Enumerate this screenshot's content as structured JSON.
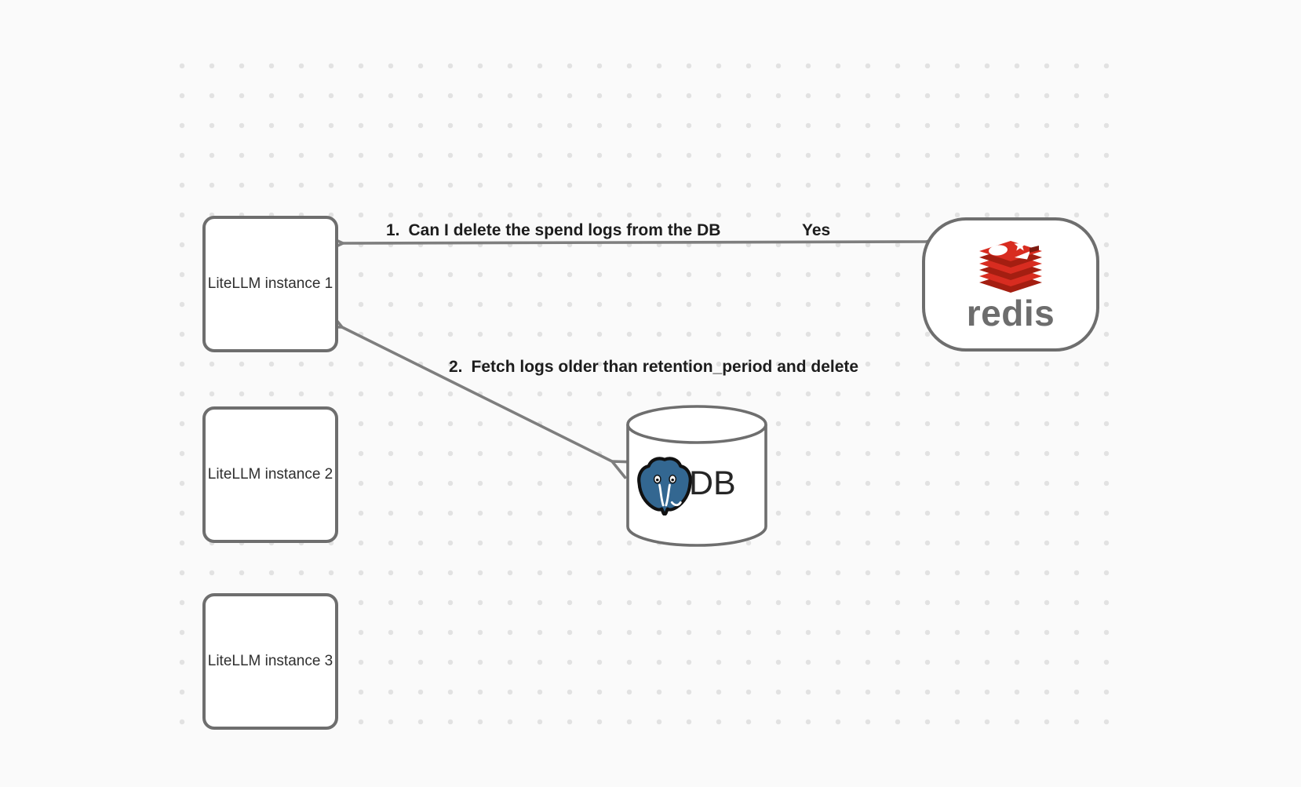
{
  "background": {
    "color": "#fafafa",
    "dot_color": "#e2e2e2"
  },
  "nodes": {
    "litellm": [
      {
        "label": "LiteLLM instance 1"
      },
      {
        "label": "LiteLLM instance 2"
      },
      {
        "label": "LiteLLM instance 3"
      }
    ],
    "redis": {
      "wordmark": "redis",
      "brand_red": "#d82c20",
      "brand_red_dark": "#a41e11",
      "wordmark_color": "#6d6d6d"
    },
    "database": {
      "label": "DB",
      "postgres_blue": "#336791"
    }
  },
  "messages": {
    "arrow1": {
      "number": "1.",
      "text": "Can I delete the spend logs from the DB",
      "response": "Yes",
      "from": "LiteLLM instance 1",
      "to": "redis"
    },
    "arrow2": {
      "number": "2.",
      "text": "Fetch logs older than retention_period and delete",
      "from": "LiteLLM instance 1",
      "to": "DB"
    }
  }
}
